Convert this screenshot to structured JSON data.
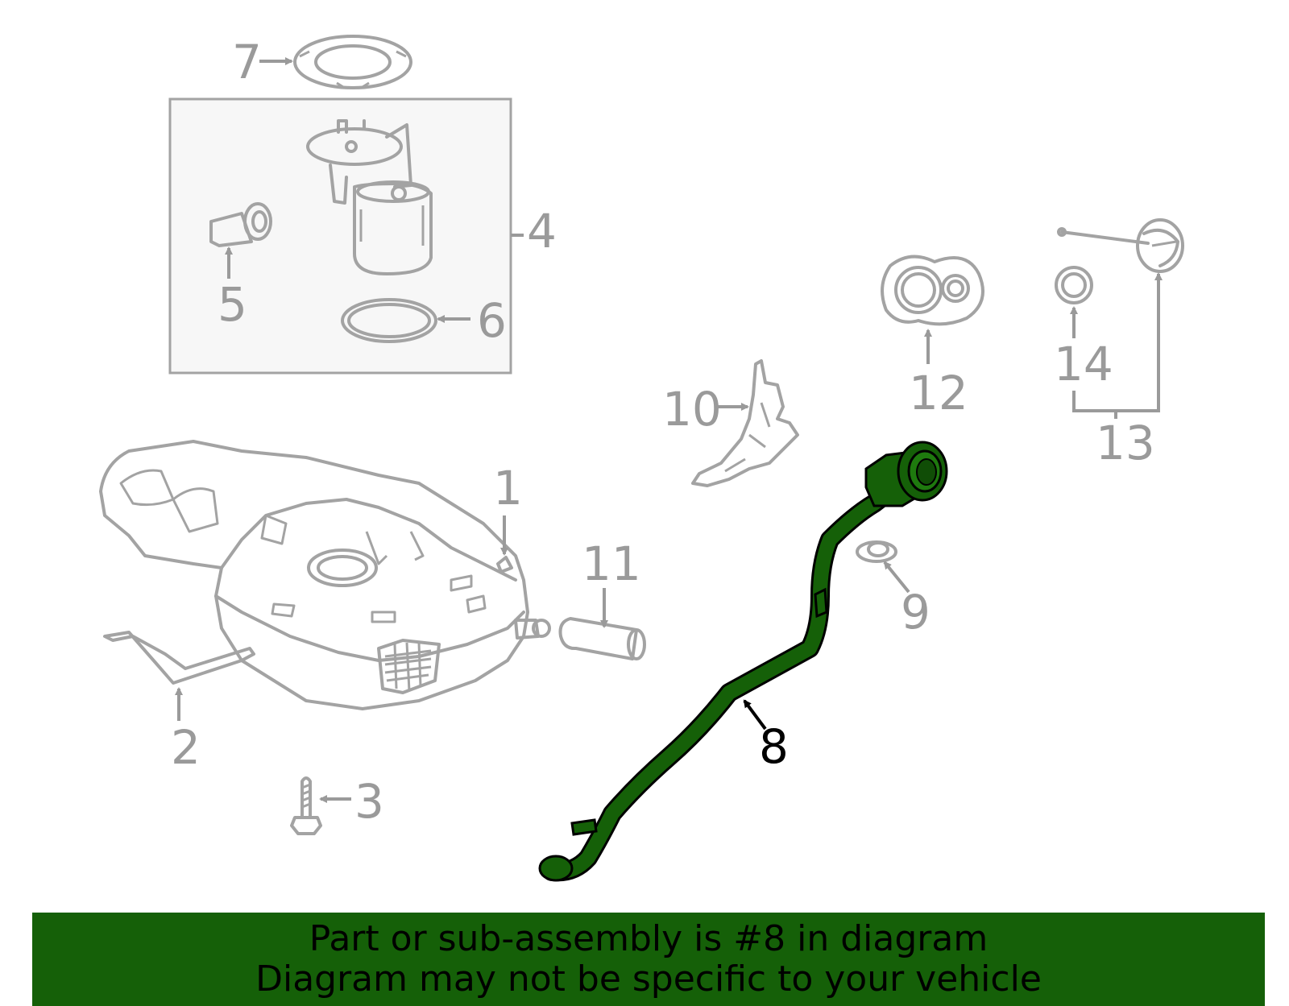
{
  "diagram": {
    "highlighted_part": "8",
    "highlight_color": "#156008",
    "callouts": [
      {
        "id": "c1",
        "label": "1"
      },
      {
        "id": "c2",
        "label": "2"
      },
      {
        "id": "c3",
        "label": "3"
      },
      {
        "id": "c4",
        "label": "4"
      },
      {
        "id": "c5",
        "label": "5"
      },
      {
        "id": "c6",
        "label": "6"
      },
      {
        "id": "c7",
        "label": "7"
      },
      {
        "id": "c8",
        "label": "8"
      },
      {
        "id": "c9",
        "label": "9"
      },
      {
        "id": "c10",
        "label": "10"
      },
      {
        "id": "c11",
        "label": "11"
      },
      {
        "id": "c12",
        "label": "12"
      },
      {
        "id": "c13",
        "label": "13"
      },
      {
        "id": "c14",
        "label": "14"
      }
    ]
  },
  "banner": {
    "line1": "Part or sub-assembly is #8 in diagram",
    "line2": "Diagram may not be specific to your vehicle",
    "background": "#156008"
  }
}
